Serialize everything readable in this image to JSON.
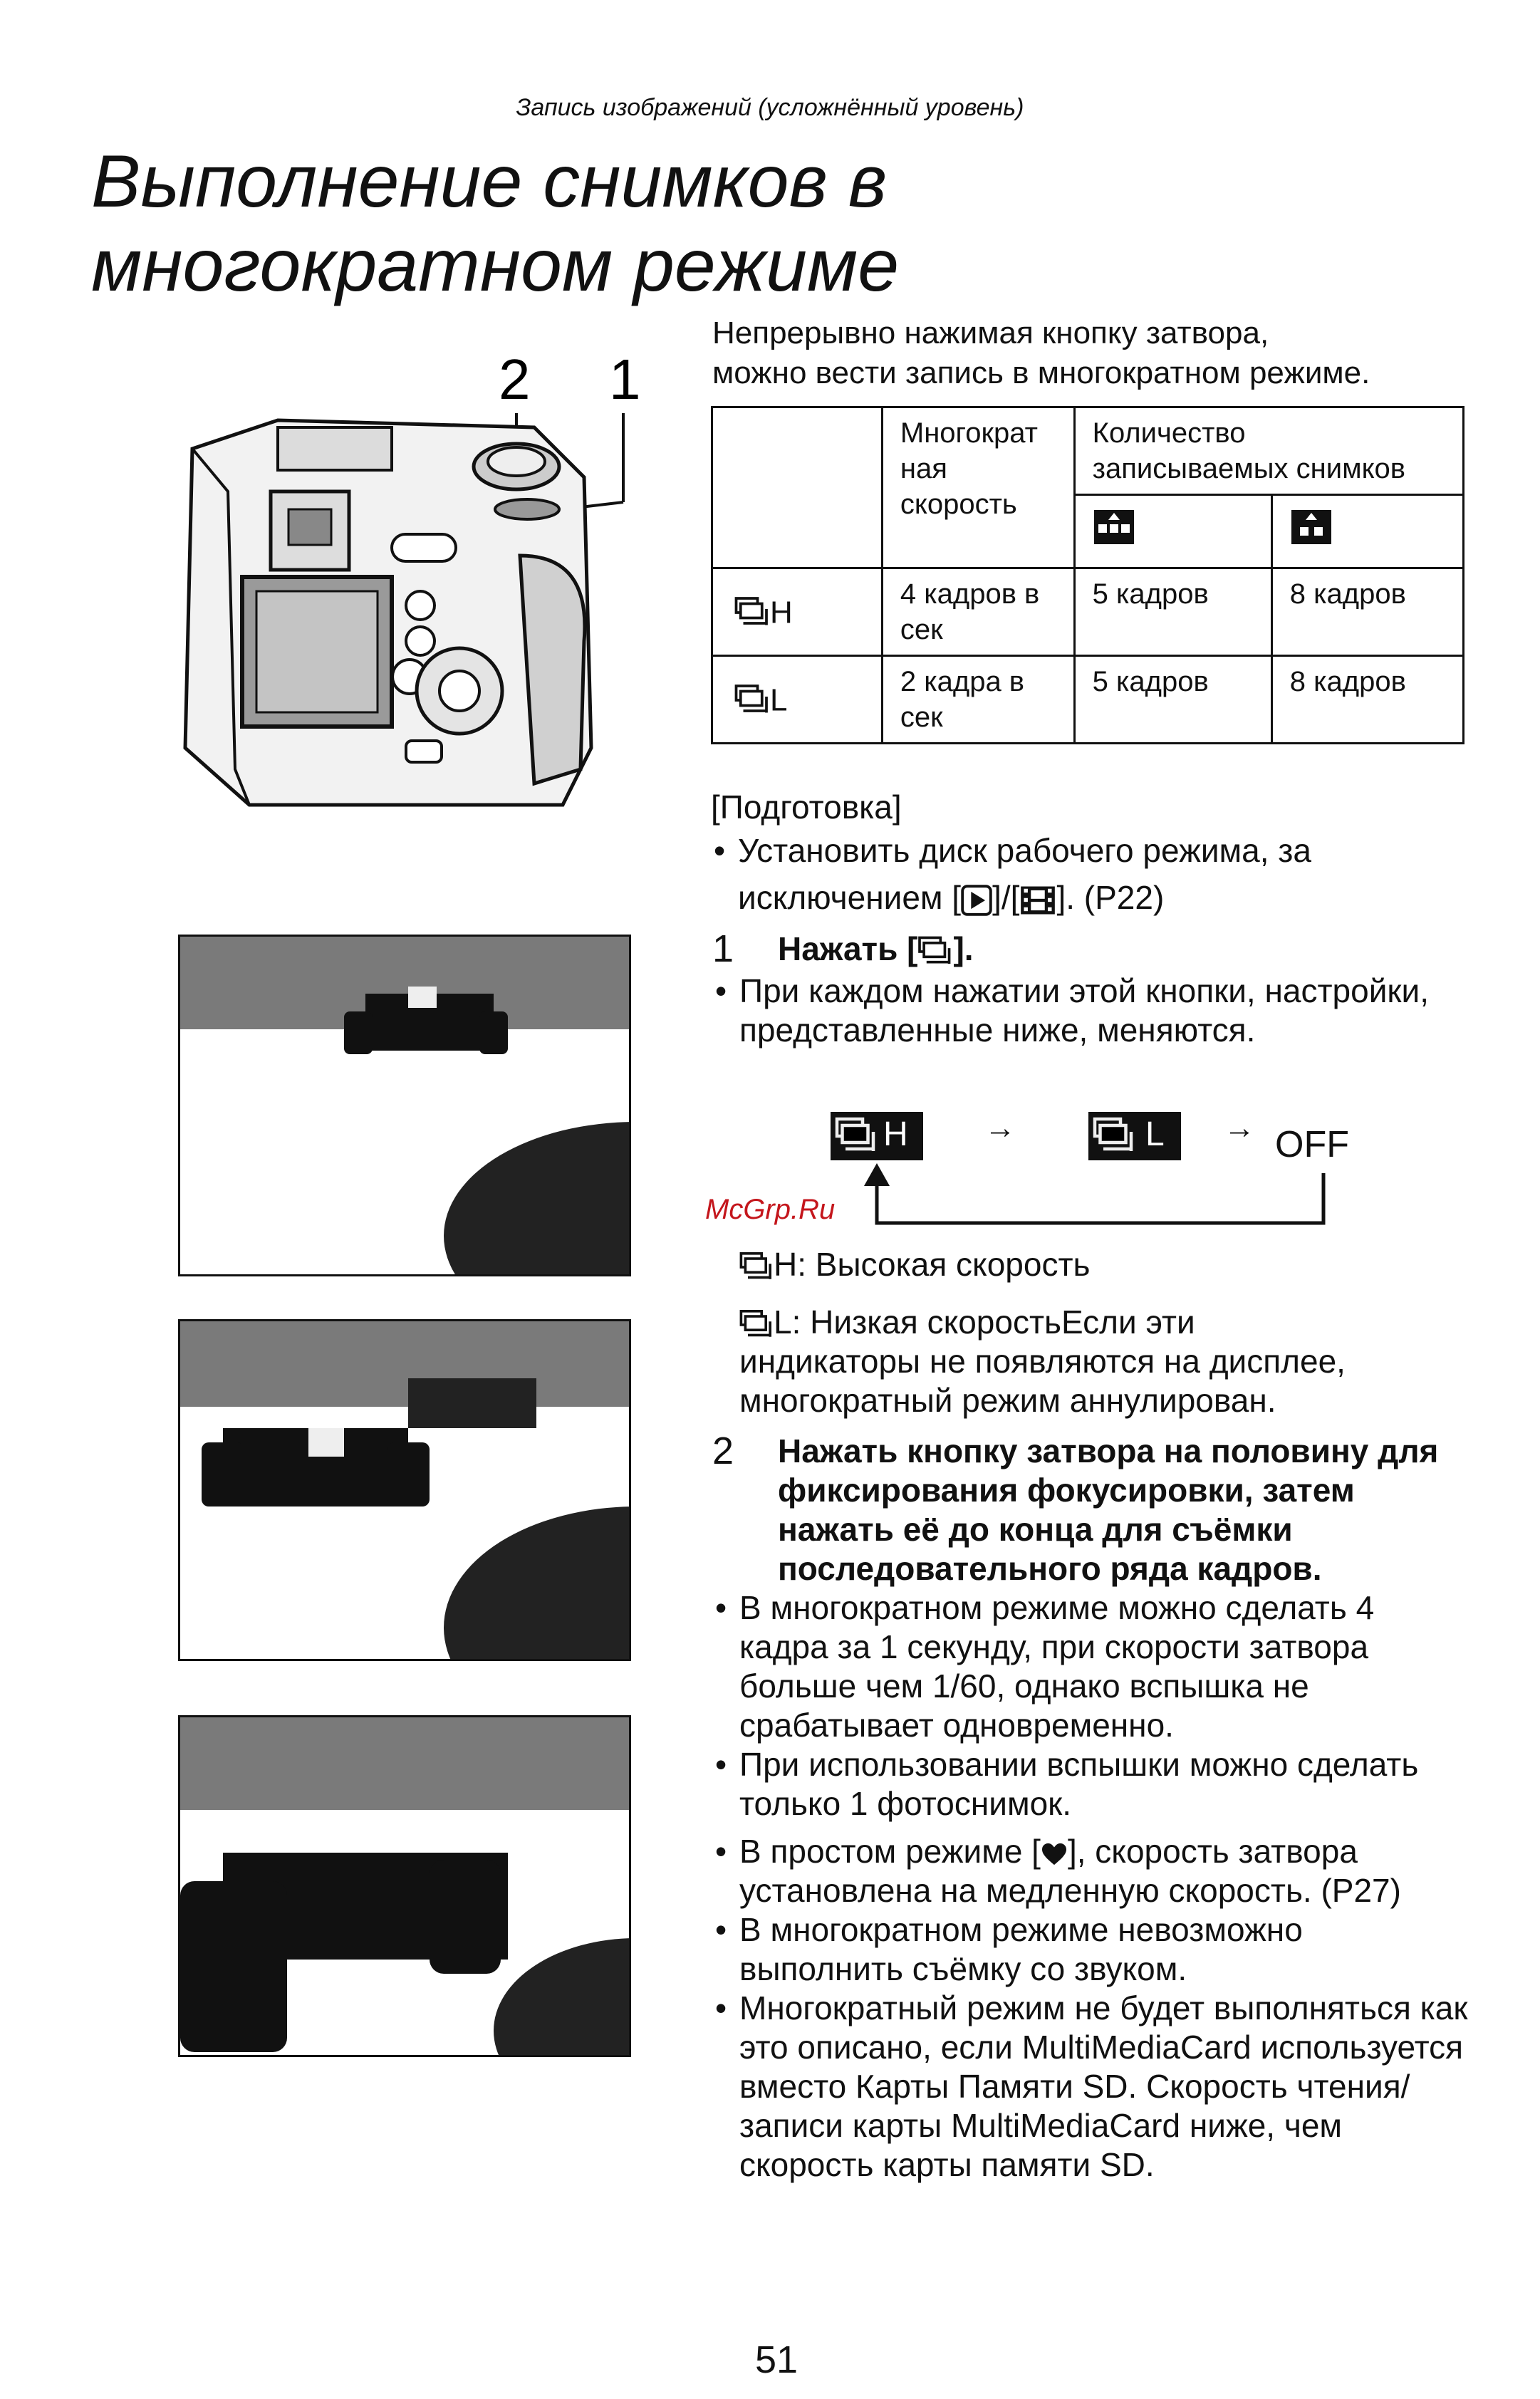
{
  "header": "Запись изображений (усложнённый уровень)",
  "title_line1": "Выполнение снимков в",
  "title_line2": "многократном режиме",
  "intro_line1": "Непрерывно нажимая кнопку затвора,",
  "intro_line2": "можно вести запись в многократном режиме.",
  "camera_callouts": {
    "n2": "2",
    "n1": "1"
  },
  "table": {
    "col_speed": "Многократ ная скорость",
    "col_count": "Количество записываемых снимков",
    "rows": [
      {
        "mode": "H",
        "speed": "4 кадров в сек",
        "fine": "5 кадров",
        "standard": "8 кадров"
      },
      {
        "mode": "L",
        "speed": "2 кадра в сек",
        "fine": "5 кадров",
        "standard": "8 кадров"
      }
    ]
  },
  "prep": {
    "heading": "[Подготовка]",
    "bullet_part1": "Установить диск рабочего режима, за исключением [",
    "bullet_part2": "]/[",
    "bullet_part3": "]. (P22)"
  },
  "step1": {
    "num": "1",
    "label_start": "Нажать [",
    "label_end": "].",
    "bullet": "При каждом нажатии этой кнопки, настройки, представленные ниже, меняются."
  },
  "cycle": {
    "h": "H",
    "l": "L",
    "off": "OFF",
    "arrow": "→"
  },
  "legend": {
    "h_letter": "H",
    "h_text": ": Высокая скорость",
    "l_letter": "L",
    "l_text": ": Низкая скоростьЕсли эти",
    "l_cont": "индикаторы не появляются на дисплее, многократный режим аннулирован."
  },
  "step2": {
    "num": "2",
    "label": "Нажать кнопку затвора на половину для фиксирования фокусировки, затем нажать её до конца для съёмки последовательного ряда кадров.",
    "bullets": [
      "В многократном режиме можно сделать 4 кадра за 1 секунду, при скорости затвора больше чем 1/60, однако вспышка не срабатывает одновременно.",
      "При использовании вспышки можно сделать только 1 фотоснимок."
    ],
    "bullet_simple_part1": "В простом режиме [",
    "bullet_simple_part2": "], скорость затвора установлена на медленную скорость. (P27)",
    "bullets_after": [
      "В многократном режиме невозможно выполнить съёмку со звуком.",
      "Многократный режим не будет выполняться как это описано, если MultiMediaCard используется вместо Карты Памяти SD. Скорость чтения/записи карты MultiMediaCard ниже, чем скорость карты памяти SD."
    ]
  },
  "watermark": "McGrp.Ru",
  "page_number": "51"
}
